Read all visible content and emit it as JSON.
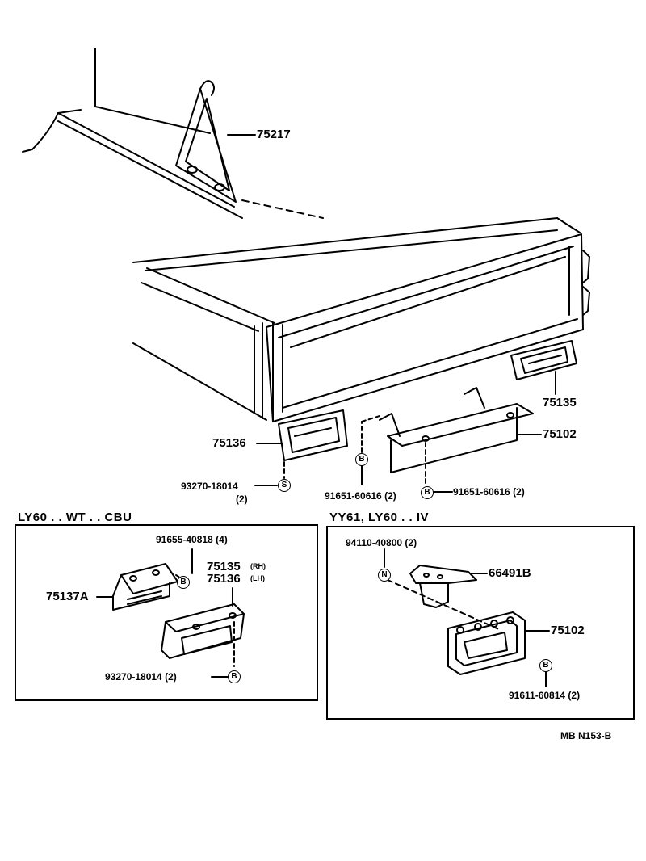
{
  "parts": {
    "p75217": "75217",
    "p75135": "75135",
    "p75102": "75102",
    "p75136": "75136",
    "bolt_93270_a": "93270-18014",
    "bolt_93270_a_qty": "(2)",
    "bolt_91651_left": "91651-60616 (2)",
    "bolt_91651_right": "91651-60616 (2)"
  },
  "inset_left": {
    "header": "LY60 . . WT . . CBU",
    "p91655": "91655-40818 (4)",
    "p75135": "75135",
    "p75135_note": "(RH)",
    "p75136": "75136",
    "p75136_note": "(LH)",
    "p75137A": "75137A",
    "p93270": "93270-18014 (2)"
  },
  "inset_right": {
    "header": "YY61, LY60 . .  IV",
    "p94110": "94110-40800 (2)",
    "p66491B": "66491B",
    "p75102": "75102",
    "p91611": "91611-60814 (2)"
  },
  "symbols": {
    "bolt": "B",
    "screw": "S",
    "nut": "N"
  },
  "ref_code": "MB N153-B"
}
